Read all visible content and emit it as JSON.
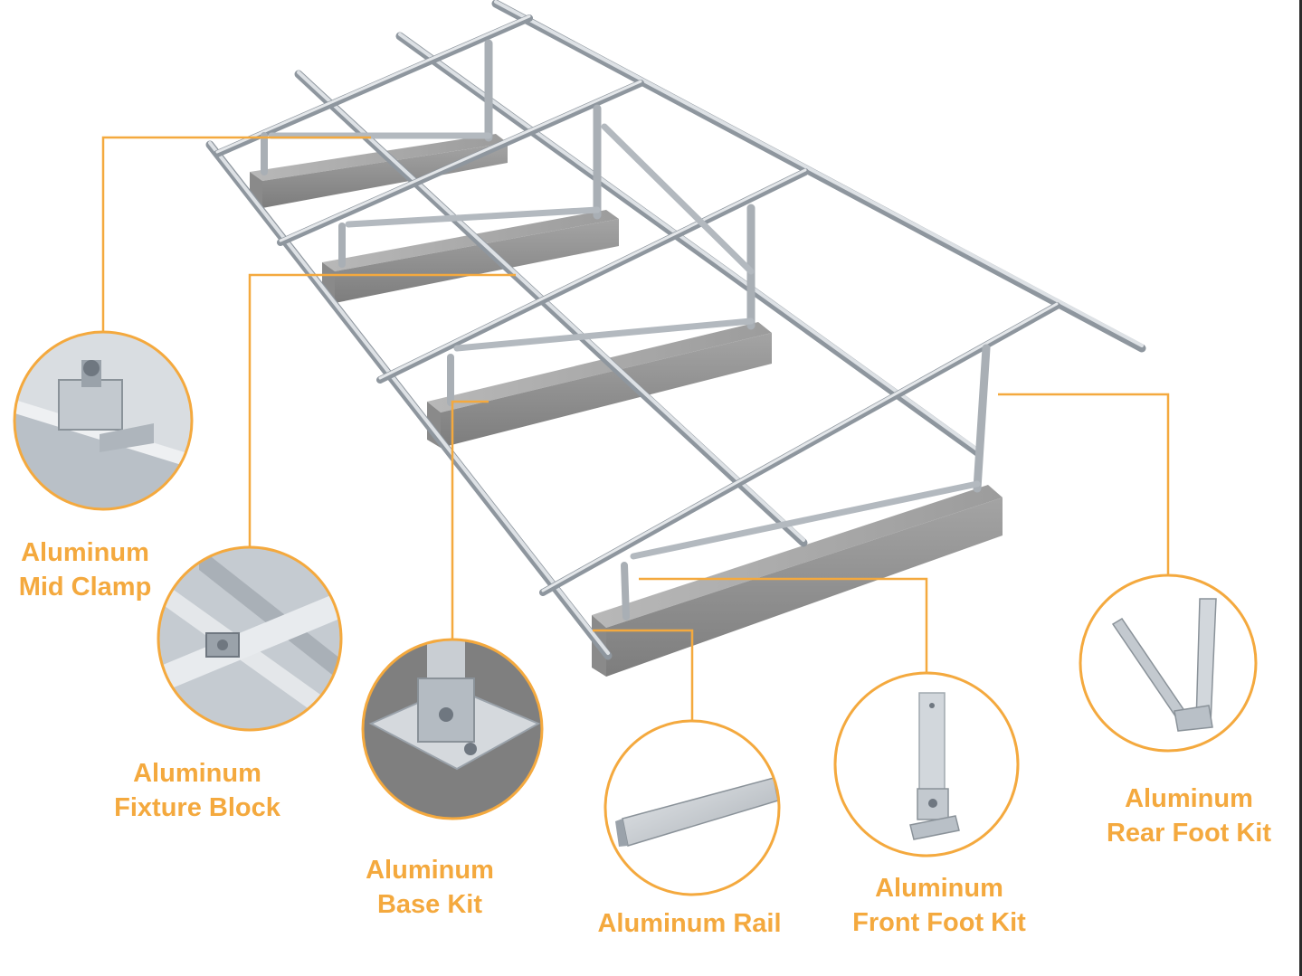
{
  "colors": {
    "accent": "#F4A93E",
    "concrete": "#8f8f8f",
    "aluminum": "#c9ced3"
  },
  "components": [
    {
      "id": "mid-clamp",
      "line1": "Aluminum",
      "line2": "Mid Clamp",
      "icon": "mid-clamp-icon"
    },
    {
      "id": "fixture-block",
      "line1": "Aluminum",
      "line2": "Fixture Block",
      "icon": "fixture-block-icon"
    },
    {
      "id": "base-kit",
      "line1": "Aluminum",
      "line2": "Base Kit",
      "icon": "base-kit-icon"
    },
    {
      "id": "rail",
      "line1": "Aluminum Rail",
      "line2": "",
      "icon": "rail-icon"
    },
    {
      "id": "front-foot-kit",
      "line1": "Aluminum",
      "line2": "Front Foot Kit",
      "icon": "front-foot-icon"
    },
    {
      "id": "rear-foot-kit",
      "line1": "Aluminum",
      "line2": "Rear Foot Kit",
      "icon": "rear-foot-icon"
    }
  ]
}
